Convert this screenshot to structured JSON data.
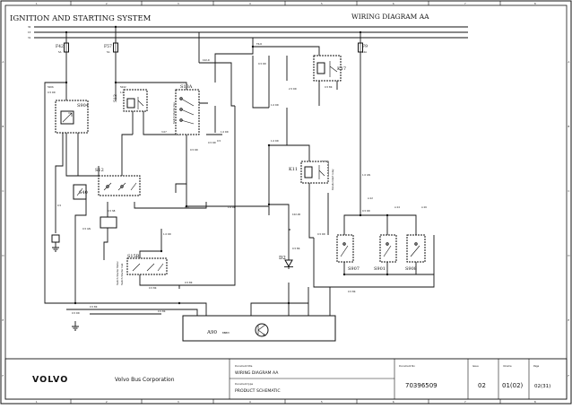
{
  "header": {
    "title_left": "IGNITION AND STARTING SYSTEM",
    "title_right": "WIRING DIAGRAM AA"
  },
  "border": {
    "col_numbers": [
      "1",
      "2",
      "3",
      "4",
      "5",
      "6",
      "7",
      "8"
    ],
    "row_letters": [
      "A",
      "B",
      "C",
      "D",
      "E",
      "F"
    ]
  },
  "bus_labels": [
    "30",
    "15",
    "31"
  ],
  "fuses": [
    {
      "id": "F42",
      "rating": "5A"
    },
    {
      "id": "F57",
      "rating": "5A"
    },
    {
      "id": "F9",
      "rating": "10A"
    }
  ],
  "components": {
    "s904": "S904",
    "s13": "S13",
    "s13a": "S13A",
    "s12": "S12",
    "s40": "S40",
    "s15b": "S15B",
    "k17": "K17",
    "k11": "K11",
    "d2": "D2",
    "s907": "S907",
    "s901": "S901",
    "s908": "S908",
    "a90": "A90",
    "a90_sub": "BBBM"
  },
  "vertical_labels": {
    "switch_starter_key": "Switch Starter Key",
    "switch_starter_motor": "Switch Starter Motor",
    "switch_starter_cab": "Switch Starter Cab",
    "parallel_start_relay": "Parallel start relay"
  },
  "title_block": {
    "brand": "VOLVO",
    "company": "Volvo Bus Corporation",
    "doc_title_label": "Document title",
    "doc_title": "WIRING DIAGRAM AA",
    "doc_type_label": "Document type",
    "doc_type": "PRODUCT SCHEMATIC",
    "doc_no_label": "Document No",
    "doc_no": "70396509",
    "issue_label": "Issue",
    "issue": "02",
    "volume_label": "Volume",
    "volume": "01(02)",
    "page_label": "Page",
    "page": "02(31)"
  },
  "colors": {
    "ink": "#111111",
    "paper": "#ffffff"
  }
}
